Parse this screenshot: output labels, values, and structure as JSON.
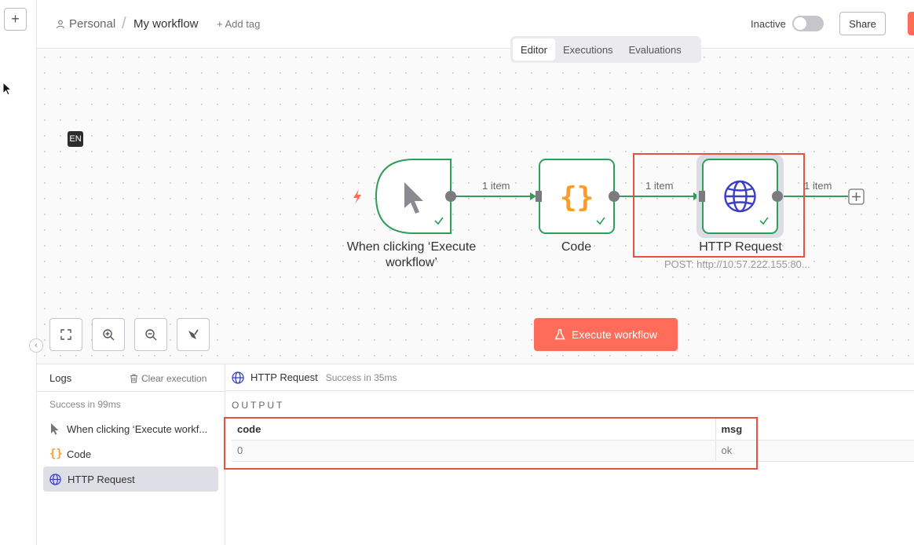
{
  "header": {
    "breadcrumb_project": "Personal",
    "workflow_title": "My workflow",
    "add_tag": "+ Add tag",
    "active_state": "Inactive",
    "share_label": "Share"
  },
  "tabs": [
    {
      "label": "Editor",
      "active": true
    },
    {
      "label": "Executions",
      "active": false
    },
    {
      "label": "Evaluations",
      "active": false
    }
  ],
  "canvas": {
    "lang_badge": "EN",
    "nodes": [
      {
        "name": "When clicking ‘Execute workflow’",
        "name_line1": "When clicking ‘Execute",
        "name_line2": "workflow’",
        "icon": "cursor-icon",
        "status": "success"
      },
      {
        "name": "Code",
        "icon": "code-braces-icon",
        "status": "success"
      },
      {
        "name": "HTTP Request",
        "icon": "globe-icon",
        "subtitle": "POST: http://10.57.222.155:80...",
        "status": "success"
      }
    ],
    "edges": [
      {
        "label": "1 item"
      },
      {
        "label": "1 item"
      },
      {
        "label": "1 item"
      }
    ],
    "execute_button": "Execute workflow"
  },
  "logs": {
    "title": "Logs",
    "clear_label": "Clear execution",
    "status": "Success in 99ms",
    "items": [
      {
        "label": "When clicking ‘Execute workf...",
        "icon": "cursor-icon"
      },
      {
        "label": "Code",
        "icon": "code-braces-icon"
      },
      {
        "label": "HTTP Request",
        "icon": "globe-icon",
        "selected": true
      }
    ]
  },
  "output": {
    "node_name": "HTTP Request",
    "status": "Success in 35ms",
    "section_label": "OUTPUT",
    "columns": [
      "code",
      "msg"
    ],
    "rows": [
      [
        "0",
        "ok"
      ]
    ]
  },
  "colors": {
    "accent": "#ff6d5a",
    "success": "#2e9e5b",
    "globe": "#3b3fc4",
    "code": "#ff9b26",
    "highlight": "#e5533f"
  }
}
